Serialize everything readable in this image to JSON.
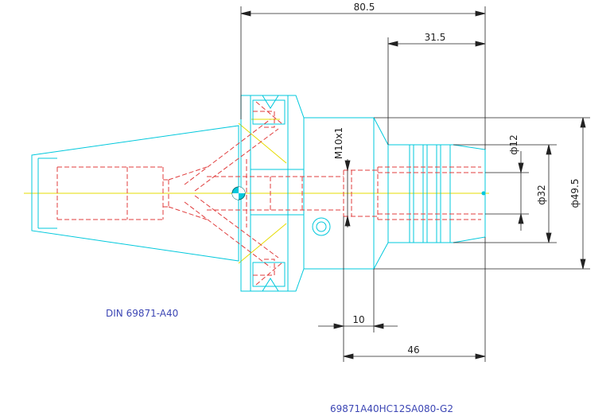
{
  "colors": {
    "outline": "#00c8dc",
    "hidden": "#e03c3c",
    "centerline": "#e6dc00",
    "dimension": "#222222",
    "label": "#3c46b4"
  },
  "dimensions": {
    "overall_length": "80.5",
    "nose_length": "31.5",
    "thread": "M10x1",
    "bore_dia": "ф12",
    "body_dia": "ф32",
    "flange_dia": "ф49.5",
    "thread_depth": "10",
    "clamp_length": "46"
  },
  "labels": {
    "standard": "DIN 69871-A40",
    "part_number": "69871A40HC12SA080-G2"
  }
}
